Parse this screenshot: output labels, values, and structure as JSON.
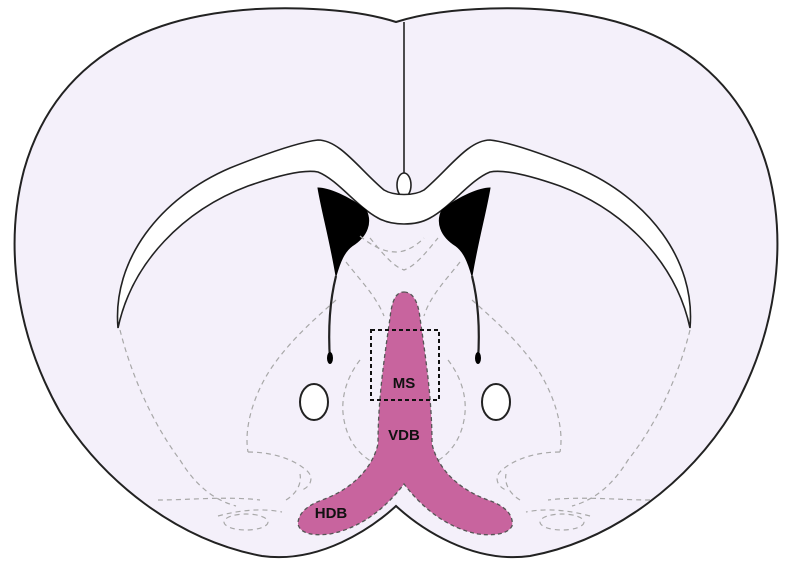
{
  "labels": {
    "ms": "MS",
    "vdb": "VDB",
    "hdb": "HDB"
  },
  "colors": {
    "brain_fill": "#f4f0fa",
    "outline": "#222222",
    "region_fill": "#c8649e",
    "region_outline": "#555555",
    "ventricle_fill": "#000000",
    "dashed_lines": "#a8a8a8",
    "box_outline": "#111111"
  }
}
